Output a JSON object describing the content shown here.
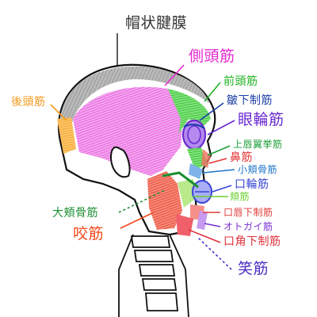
{
  "labels": {
    "galea": {
      "text": "帽状腱膜",
      "color": "#333333"
    },
    "temporalis": {
      "text": "側頭筋",
      "color": "#e62ad0"
    },
    "occipitalis": {
      "text": "後頭筋",
      "color": "#f39a1c"
    },
    "frontalis": {
      "text": "前頭筋",
      "color": "#22b324"
    },
    "corrugator": {
      "text": "皺下制筋",
      "color": "#1d3fa6"
    },
    "orbicularis_oculi": {
      "text": "眼輪筋",
      "color": "#6a2bd0"
    },
    "levator_labii": {
      "text": "上唇翼挙筋",
      "color": "#1e9e3a"
    },
    "nasalis": {
      "text": "鼻筋",
      "color": "#e53535"
    },
    "zygomatic_minor": {
      "text": "小頬骨筋",
      "color": "#1e74c9"
    },
    "orbicularis_oris": {
      "text": "口輪筋",
      "color": "#3844d6"
    },
    "buccinator": {
      "text": "頬筋",
      "color": "#6bcf2d"
    },
    "zygomatic_major": {
      "text": "大頬骨筋",
      "color": "#1e8f32"
    },
    "depressor_labii": {
      "text": "口唇下制筋",
      "color": "#e23b3b"
    },
    "mentalis": {
      "text": "オトガイ筋",
      "color": "#7a2fd4"
    },
    "masseter": {
      "text": "咬筋",
      "color": "#f04a1c"
    },
    "depressor_anguli": {
      "text": "口角下制筋",
      "color": "#e2313b"
    },
    "risorius": {
      "text": "笑筋",
      "color": "#4b2fc4"
    }
  },
  "icons": {
    "skull": "skull-profile-icon",
    "neck": "cervical-spine-icon"
  }
}
